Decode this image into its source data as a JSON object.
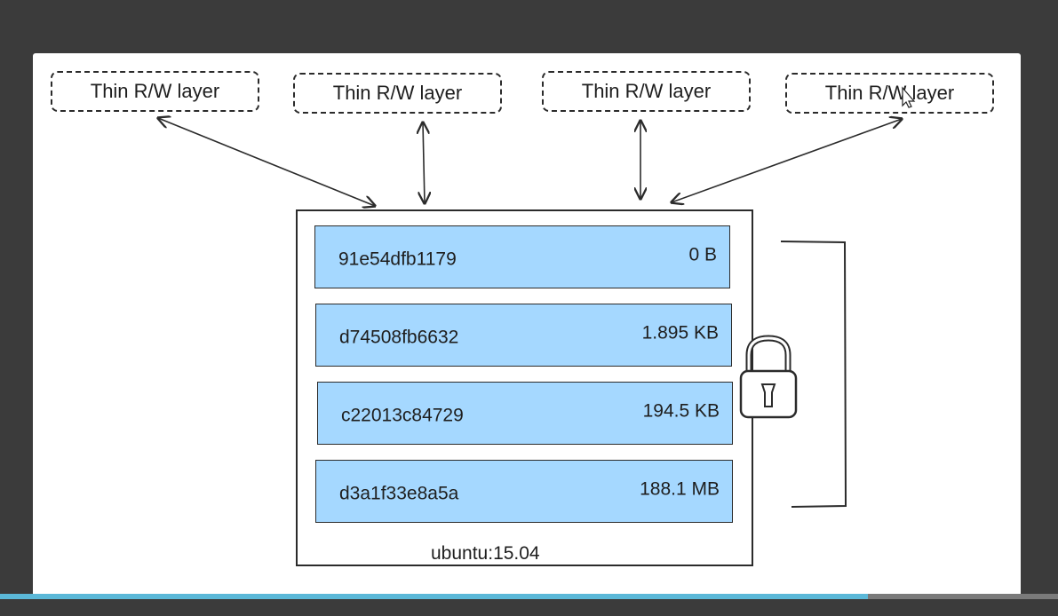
{
  "thin_layers": [
    {
      "label": "Thin R/W layer"
    },
    {
      "label": "Thin R/W layer"
    },
    {
      "label": "Thin R/W layer"
    },
    {
      "label": "Thin R/W layer"
    }
  ],
  "image": {
    "label": "ubuntu:15.04",
    "layers": [
      {
        "id": "91e54dfb1179",
        "size": "0 B"
      },
      {
        "id": "d74508fb6632",
        "size": "1.895 KB"
      },
      {
        "id": "c22013c84729",
        "size": "194.5 KB"
      },
      {
        "id": "d3a1f33e8a5a",
        "size": "188.1 MB"
      }
    ]
  },
  "colors": {
    "layer_fill": "#a5d8ff",
    "stroke": "#2b2b2b",
    "background": "#3b3b3b",
    "progress": "#5bb8d8"
  },
  "icons": {
    "lock": "padlock-icon",
    "cursor": "mouse-pointer-icon"
  },
  "progress": {
    "fraction": 0.82
  }
}
